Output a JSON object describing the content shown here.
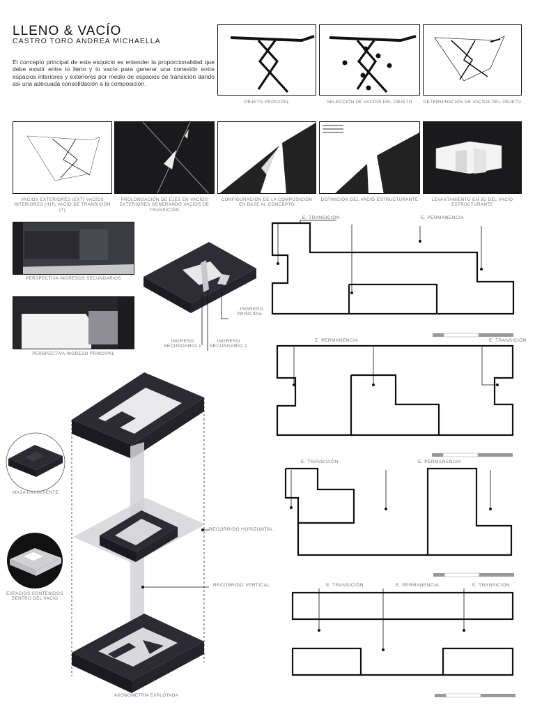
{
  "header": {
    "title": "LLENO & VACÍO",
    "subtitle": "CASTRO TORO ANDREA MICHAELLA",
    "intro": "El concepto principal de este esquicio es entender la proporcionalidad que debe existir entre lo lleno y lo vacío para generar una conexión entre espacios interiores y exteriores por medio de espacios de transición dando así una adecuada consolidación a la composición."
  },
  "row1": {
    "captions": [
      "OBJETO PRINCIPAL",
      "SELECCIÓN DE VACÍOS DEL OBJETO",
      "DETERMINACIÓN DE VACÍOS DEL OBJETO"
    ]
  },
  "row2": {
    "captions": [
      "VACÍOS EXTERIORES (EXT) VACÍOS INTERIORES (INT) VACÍO DE TRANSICIÓN (T)",
      "PROLONGACIÓN DE EJES EN VACÍOS EXTERIORES GENERANDO VACÍOS DE TRANSICIÓN",
      "CONFIGURACIÓN DE LA COMPOSICIÓN EN BASE AL CONCEPTO",
      "DEFINICIÓN DEL VACÍO ESTRUCTURANTE",
      "LEVANTAMIENTO EN 3D DEL VACÍO ESTRUCTURANTE"
    ]
  },
  "perspectives": {
    "secundarios": "PERSPECTIVA INGRESOS SECUNDARIOS",
    "principal": "PERSPECTIVA INGRESO PRINCIPAL"
  },
  "iso_labels": {
    "ingreso_principal": "INGRESO PRINCIPAL",
    "ingreso_secundario_1": "INGRESO SECUNDARIO 1",
    "ingreso_secundario_2": "INGRESO SECUNDARIO 1"
  },
  "exploded": {
    "recorrido_horizontal": "RECORRIDO HORIZONTAL",
    "recorrido_vertical": "RECORRIDO VERTICAL",
    "masa_envolvente": "MASA ENVOLVENTE",
    "espacios_contenidos": "ESPACIOS CONTENIDOS DENTRO DEL VACÍO",
    "axonometria": "AXONOMETRÍA EXPLOTADA"
  },
  "plans": {
    "plan1": {
      "t1": "E. TRANSICIÓN",
      "t2": "E. PERMANENCIA"
    },
    "plan2": {
      "t1": "E. PERMANENCIA",
      "t2": "E. TRANSICIÓN"
    },
    "plan3": {
      "t1": "E. TRANSICIÓN",
      "t2": "E. PERMANENCIA"
    },
    "plan4": {
      "t1": "E. TRANSICIÓN",
      "t2": "E. PERMANENCIA",
      "t3": "E. TRANSICIÓN"
    }
  },
  "colors": {
    "dark": "#2b2a33",
    "line": "#1a1a1a",
    "label": "#777777"
  }
}
